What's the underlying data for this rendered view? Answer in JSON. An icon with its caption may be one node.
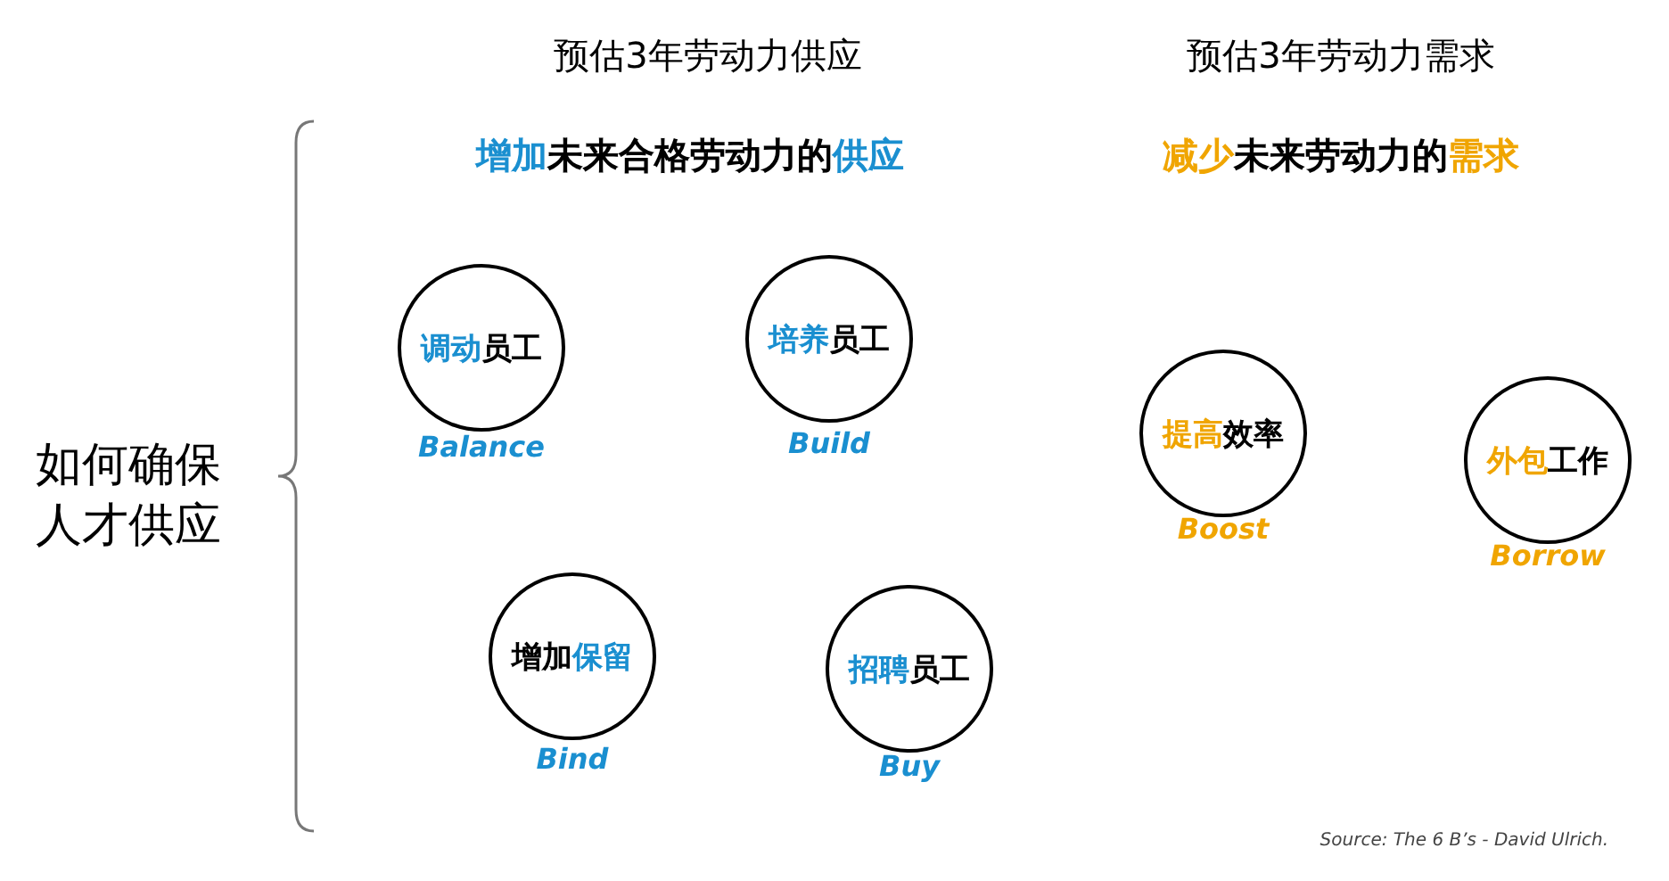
{
  "diagram": {
    "nodes": [
      {
        "text": [
          "调动",
          "员工"
        ],
        "beside": [
          "Balance"
        ]
      },
      {
        "text": [
          "培养",
          "员工"
        ],
        "beside": [
          "Build"
        ]
      },
      {
        "text": [
          "提高",
          "效率"
        ],
        "beside": [
          "Boost"
        ]
      },
      {
        "text": [
          "外包",
          "工作"
        ],
        "beside": [
          "Borrow"
        ]
      },
      {
        "text": [
          "增加",
          "保留"
        ],
        "beside": [
          "Bind"
        ]
      },
      {
        "text": [
          "招聘",
          "员工"
        ],
        "beside": [
          "Buy"
        ]
      }
    ],
    "labels": [
      "预估3年劳动力供应",
      "预估3年劳动力需求",
      "增加",
      "未来合格劳动力的",
      "供应",
      "减少",
      "未来劳动力的",
      "需求",
      "如何确保人才供应",
      "Source: The 6 B’s - David Ulrich."
    ]
  }
}
